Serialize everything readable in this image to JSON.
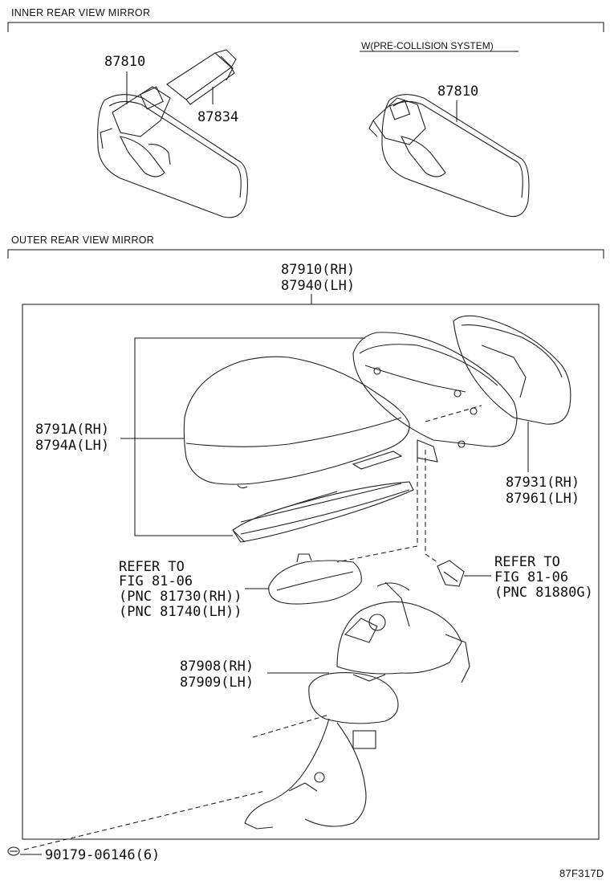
{
  "sections": {
    "inner_title": "INNER REAR VIEW MIRROR",
    "outer_title": "OUTER REAR VIEW MIRROR"
  },
  "inner": {
    "variant_note": "W(PRE-COLLISION SYSTEM)",
    "mirror_left": "87810",
    "cover": "87834",
    "mirror_right": "87810"
  },
  "outer": {
    "assembly": {
      "line1": "87910(RH)",
      "line2": "87940(LH)"
    },
    "cover": {
      "line1": "8791A(RH)",
      "line2": "8794A(LH)"
    },
    "mirror": {
      "line1": "87931(RH)",
      "line2": "87961(LH)"
    },
    "refer_left": {
      "line1": "REFER TO",
      "line2": "FIG 81-06",
      "line3": "(PNC 81730(RH))",
      "line4": "(PNC 81740(LH))"
    },
    "refer_right": {
      "line1": "REFER TO",
      "line2": "FIG 81-06",
      "line3": "(PNC 81880G)"
    },
    "base": {
      "line1": "87908(RH)",
      "line2": "87909(LH)"
    },
    "screw": "90179-06146(6)"
  },
  "figure_code": "87F317D"
}
